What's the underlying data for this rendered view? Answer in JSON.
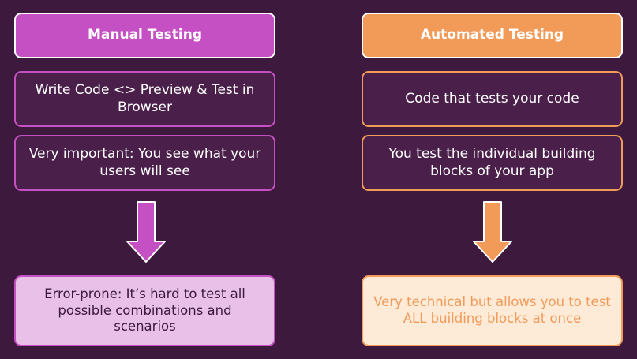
{
  "manual": {
    "title": "Manual Testing",
    "items": [
      "Write Code <> Preview & Test in Browser",
      "Very important: You see what your users will see"
    ],
    "result": "Error-prone: It’s hard to test all possible combinations and scenarios"
  },
  "automated": {
    "title": "Automated Testing",
    "items": [
      "Code that tests your code",
      "You test the individual building blocks of your app"
    ],
    "result": "Very technical but allows you to test ALL building blocks at once"
  },
  "colors": {
    "background": "#3d1a3d",
    "manual_accent": "#c450c4",
    "manual_result_bg": "#e8c0e8",
    "automated_accent": "#f29a58",
    "automated_result_bg": "#fdebd8",
    "automated_result_text": "#f29a58"
  }
}
